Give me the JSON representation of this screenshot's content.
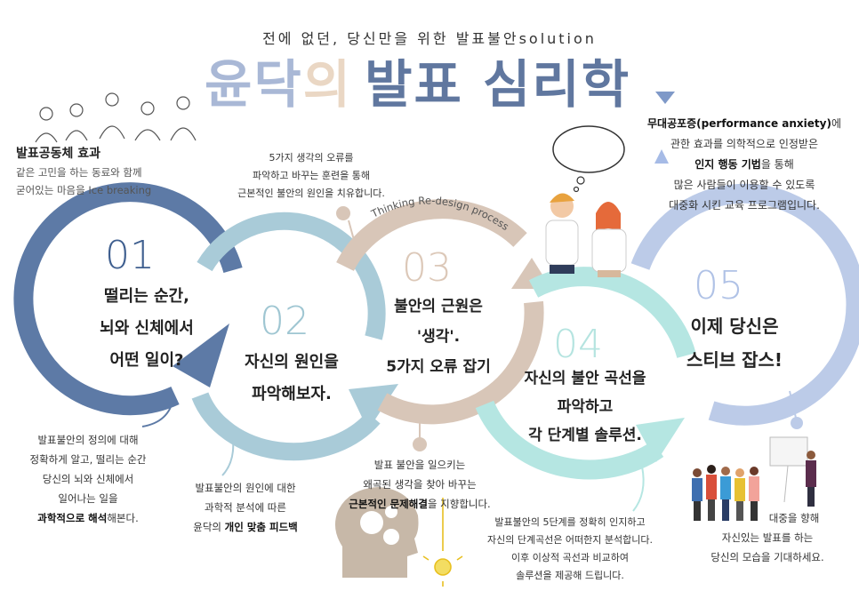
{
  "header": {
    "subtitle": "전에 없던, 당신만을 위한 발표불안solution",
    "title_part1": "윤닥",
    "title_part2": "의",
    "title_part3": "발표 심리학"
  },
  "intro": {
    "heading": "발표공동체 효과",
    "line1": "같은 고민을 하는 동료와 함께",
    "line2": "굳어있는 마음을 Ice breaking"
  },
  "top_note": {
    "line1": "5가지 생각의 오류를",
    "line2": "파악하고 바꾸는 훈련을 통해",
    "line3": "근본적인 불안의 원인을 치유합니다."
  },
  "arc_label": "Thinking Re-design process",
  "right_note": {
    "line1_bold": "무대공포증(performance anxiety)",
    "line1_rest": "에",
    "line2": "관한 효과를 의학적으로 인정받은",
    "line3_bold": "인지 행동 기법",
    "line3_rest": "을 통해",
    "line4": "많은 사람들이 이용할 수 있도록",
    "line5": "대중화 시킨 교육 프로그램입니다."
  },
  "steps": [
    {
      "num": "01",
      "line1": "떨리는 순간,",
      "line2": "뇌와 신체에서",
      "line3": "어떤 일이?"
    },
    {
      "num": "02",
      "line1": "자신의 원인을",
      "line2": "파악해보자."
    },
    {
      "num": "03",
      "line1": "불안의 근원은",
      "line2": "'생각'.",
      "line3": "5가지 오류 잡기"
    },
    {
      "num": "04",
      "line1": "자신의 불안 곡선을",
      "line2": "파악하고",
      "line3": "각 단계별 솔루션."
    },
    {
      "num": "05",
      "line1": "이제 당신은",
      "line2": "스티브 잡스!"
    }
  ],
  "notes": {
    "n1": {
      "line1": "발표불안의 정의에 대해",
      "line2": "정확하게 알고, 떨리는 순간",
      "line3": "당신의 뇌와 신체에서",
      "line4": "일어나는 일을",
      "line5_bold": "과학적으로 해석",
      "line5_rest": "해본다."
    },
    "n2": {
      "line1": "발표불안의 원인에 대한",
      "line2": "과학적 분석에 따른",
      "line3_pre": "윤닥의 ",
      "line3_bold": "개인 맞춤 피드백"
    },
    "n3": {
      "line1": "발표 불안을 일으키는",
      "line2": "왜곡된 생각을 찾아 바꾸는",
      "line3_bold": "근본적인 문제해결",
      "line3_rest": "을 지향합니다."
    },
    "n4": {
      "line1": "발표불안의 5단계를 정확히 인지하고",
      "line2": "자신의 단계곡선은 어떠한지 분석합니다.",
      "line3": "이후 이상적 곡선과 비교하여",
      "line4": "솔루션을 제공해 드립니다."
    },
    "n5": {
      "line1": "대중을 향해",
      "line2": "자신있는 발표를 하는",
      "line3": "당신의 모습을 기대하세요."
    }
  },
  "colors": {
    "step1": "#5d7aa6",
    "step2": "#a9cbd8",
    "step3": "#d8c6b8",
    "step4": "#b5e6e2",
    "step5": "#bccbe8",
    "num1": "#3f5f8f",
    "num2": "#9fc6d2",
    "num3": "#dcc8b8",
    "num4": "#b5e4e0",
    "num5": "#b0c2e6"
  }
}
